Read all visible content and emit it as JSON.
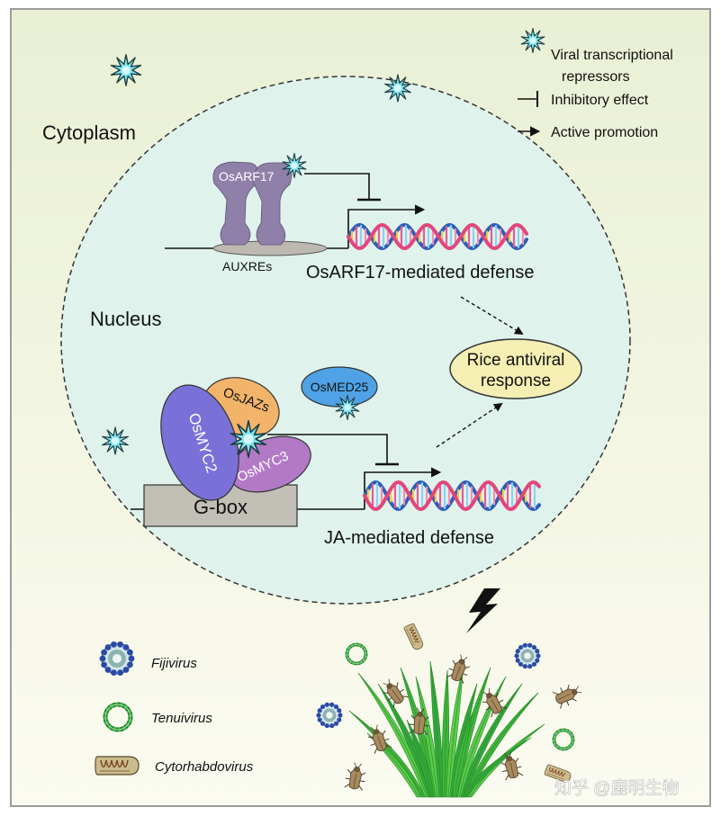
{
  "regions": {
    "cytoplasm": "Cytoplasm",
    "nucleus": "Nucleus"
  },
  "legend_top": {
    "repressor_lines": [
      "Viral transcriptional",
      "repressors"
    ],
    "inhibitory": "Inhibitory effect",
    "promotion": "Active promotion",
    "star_icon": "spiky-star-icon",
    "inhibitory_icon": "t-bar-icon",
    "promotion_icon": "arrow-icon"
  },
  "arf_pathway": {
    "protein": "OsARF17",
    "element": "AUXREs",
    "outcome": "OsARF17-mediated defense"
  },
  "ja_pathway": {
    "myc2": "OsMYC2",
    "jazs": "OsJAZs",
    "myc3": "OsMYC3",
    "med25": "OsMED25",
    "element": "G-box",
    "outcome": "JA-mediated defense"
  },
  "response_lines": [
    "Rice antiviral",
    "response"
  ],
  "legend_bottom": [
    {
      "name": "Fijivirus",
      "icon": "fijivirus-icon"
    },
    {
      "name": "Tenuivirus",
      "icon": "tenuivirus-icon"
    },
    {
      "name": "Cytorhabdovirus",
      "icon": "cytorhabdovirus-icon"
    }
  ],
  "watermark": "知乎 @鹿明生物",
  "colors": {
    "background_top": "#e9f0d4",
    "background_bottom": "#fbfbf1",
    "nucleus": "#dff3ec",
    "osarf17": "#8f80a9",
    "auxres": "#bdb9b1",
    "osmed25": "#4fa2e5",
    "osjazs": "#f2b46a",
    "osmyc2": "#7a71d8",
    "osmyc3": "#b27ac6",
    "gbox": "#c1bfb6",
    "response": "#f5efb4",
    "repressor_star": "#7fe4ef",
    "dna_strand_a": "#e2467c",
    "dna_strand_b": "#2c5db6",
    "dna_rungs": [
      "#f3c83e",
      "#e75a93",
      "#8fd0f2",
      "#f28fb6"
    ],
    "grass": [
      "#3fb73a",
      "#5ccc4b",
      "#33a83b"
    ],
    "tenuivirus": "#3aa845"
  }
}
